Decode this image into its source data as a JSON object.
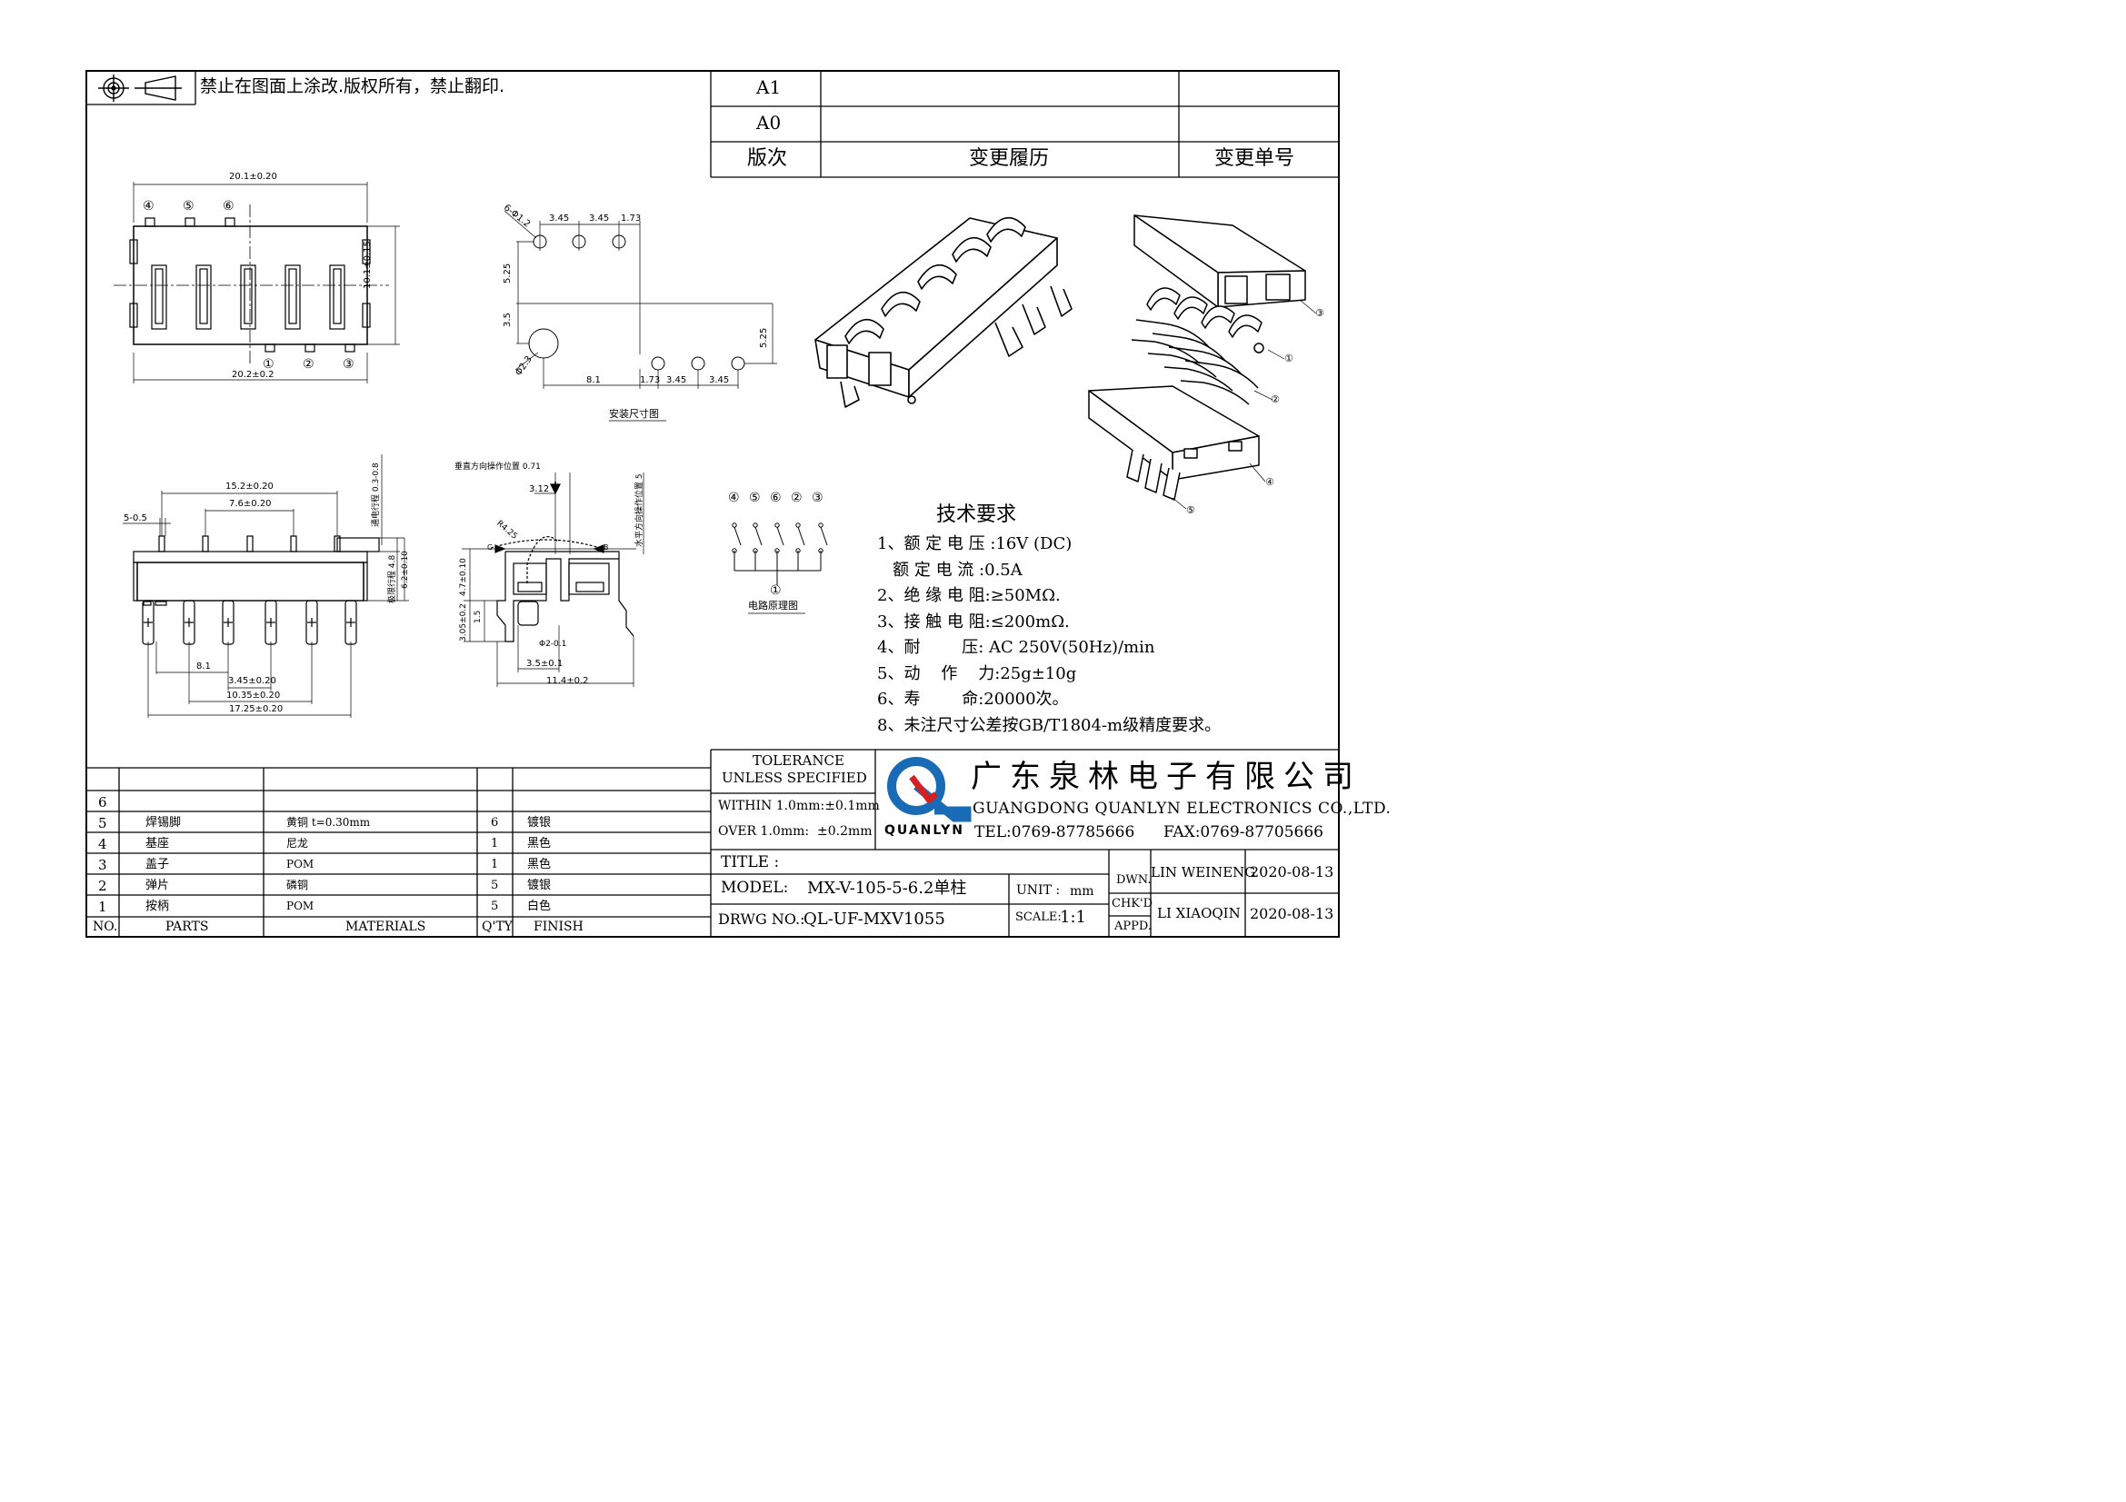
{
  "notice": "禁止在图面上涂改.版权所有，禁止翻印.",
  "revision": {
    "rows": [
      "A1",
      "A0"
    ],
    "header": {
      "ver": "版次",
      "history": "变更履历",
      "number": "变更单号"
    }
  },
  "top_view": {
    "width_top": "20.1±0.20",
    "width_bottom": "20.2±0.2",
    "height": "10.1±0.15",
    "pins_top": [
      "④",
      "⑤",
      "⑥"
    ],
    "pins_bottom": [
      "①",
      "②",
      "③"
    ]
  },
  "mount": {
    "holes": "6-Φ1.2",
    "d1": "3.45",
    "d2": "3.45",
    "d3": "1.73",
    "v1": "5.25",
    "v2": "3.5",
    "v3": "5.25",
    "big_hole": "Φ2.3",
    "b1": "8.1",
    "b2": "1.73",
    "b3": "3.45",
    "b4": "3.45",
    "caption": "安装尺寸图"
  },
  "front_view": {
    "w1": "15.2±0.20",
    "w2": "7.6±0.20",
    "pitch": "5-0.5",
    "travel": "通电行程 0.3-0.8",
    "limit": "极限行程 4.8",
    "height": "6.2±0.10",
    "b1": "8.1",
    "b2": "3.45±0.20",
    "b3": "10.35±0.20",
    "b4": "17.25±0.20"
  },
  "side_view": {
    "vertical": "垂直方向操作位置 0.71",
    "horizontal": "水平方向操作位置 5",
    "r": "R4.25",
    "w1": "3.12",
    "h1": "4.7±0.10",
    "h2": "3.05±0.2",
    "h3": "1.5",
    "hole": "Φ2-0.1",
    "w2": "3.5±0.1",
    "w3": "11.4±0.2",
    "c": "C",
    "b": "B"
  },
  "circuit": {
    "pins": [
      "④",
      "⑤",
      "⑥",
      "②",
      "③"
    ],
    "common": "①",
    "caption": "电路原理图"
  },
  "exploded": {
    "labels": [
      "③",
      "①",
      "②",
      "④",
      "⑤"
    ]
  },
  "tech": {
    "title": "技术要求",
    "items": [
      "1、额 定 电 压 :16V (DC)",
      "   额 定 电 流 :0.5A",
      "2、绝 缘 电 阻:≥50MΩ.",
      "3、接 触 电 阻:≤200mΩ.",
      "4、耐        压: AC 250V(50Hz)/min",
      "5、动    作    力:25g±10g",
      "6、寿        命:20000次。",
      "8、未注尺寸公差按GB/T1804-m级精度要求。"
    ]
  },
  "parts": {
    "header": {
      "no": "NO.",
      "part": "PARTS",
      "mat": "MATERIALS",
      "qty": "Q'TY",
      "finish": "FINISH"
    },
    "rows": [
      {
        "no": "6",
        "part": "",
        "mat": "",
        "qty": "",
        "finish": ""
      },
      {
        "no": "5",
        "part": "焊锡脚",
        "mat": "黄铜  t=0.30mm",
        "qty": "6",
        "finish": "镀银"
      },
      {
        "no": "4",
        "part": "基座",
        "mat": "尼龙",
        "qty": "1",
        "finish": "黑色"
      },
      {
        "no": "3",
        "part": "盖子",
        "mat": "POM",
        "qty": "1",
        "finish": "黑色"
      },
      {
        "no": "2",
        "part": "弹片",
        "mat": "磷铜",
        "qty": "5",
        "finish": "镀银"
      },
      {
        "no": "1",
        "part": "按柄",
        "mat": "POM",
        "qty": "5",
        "finish": "白色"
      }
    ]
  },
  "tolerance": {
    "l1": "TOLERANCE",
    "l2": "UNLESS SPECIFIED",
    "within": "WITHIN 1.0mm:±0.1mm",
    "over": "OVER 1.0mm:  ±0.2mm"
  },
  "company": {
    "cn": "广东泉林电子有限公司",
    "en": "GUANGDONG QUANLYN ELECTRONICS CO.,LTD.",
    "brand": "QUANLYN",
    "tel": "TEL:0769-87785666",
    "fax": "FAX:0769-87705666",
    "logo_text": "QL",
    "brand_color": "#1a6bb5",
    "accent_color": "#d42020"
  },
  "title_block": {
    "title_label": "TITLE :",
    "model_label": "MODEL:",
    "model": "MX-V-105-5-6.2单柱",
    "drwg_label": "DRWG NO.:",
    "drwg": "QL-UF-MXV1055",
    "unit_label": "UNIT :",
    "unit": "mm",
    "scale_label": "SCALE:",
    "scale": "1:1",
    "dwn": "DWN.",
    "chkd": "CHK'D",
    "appd": "APPD.",
    "dwn_name": "LIN WEINENG",
    "dwn_date": "2020-08-13",
    "chk_name": "LI XIAOQIN",
    "chk_date": "2020-08-13"
  }
}
